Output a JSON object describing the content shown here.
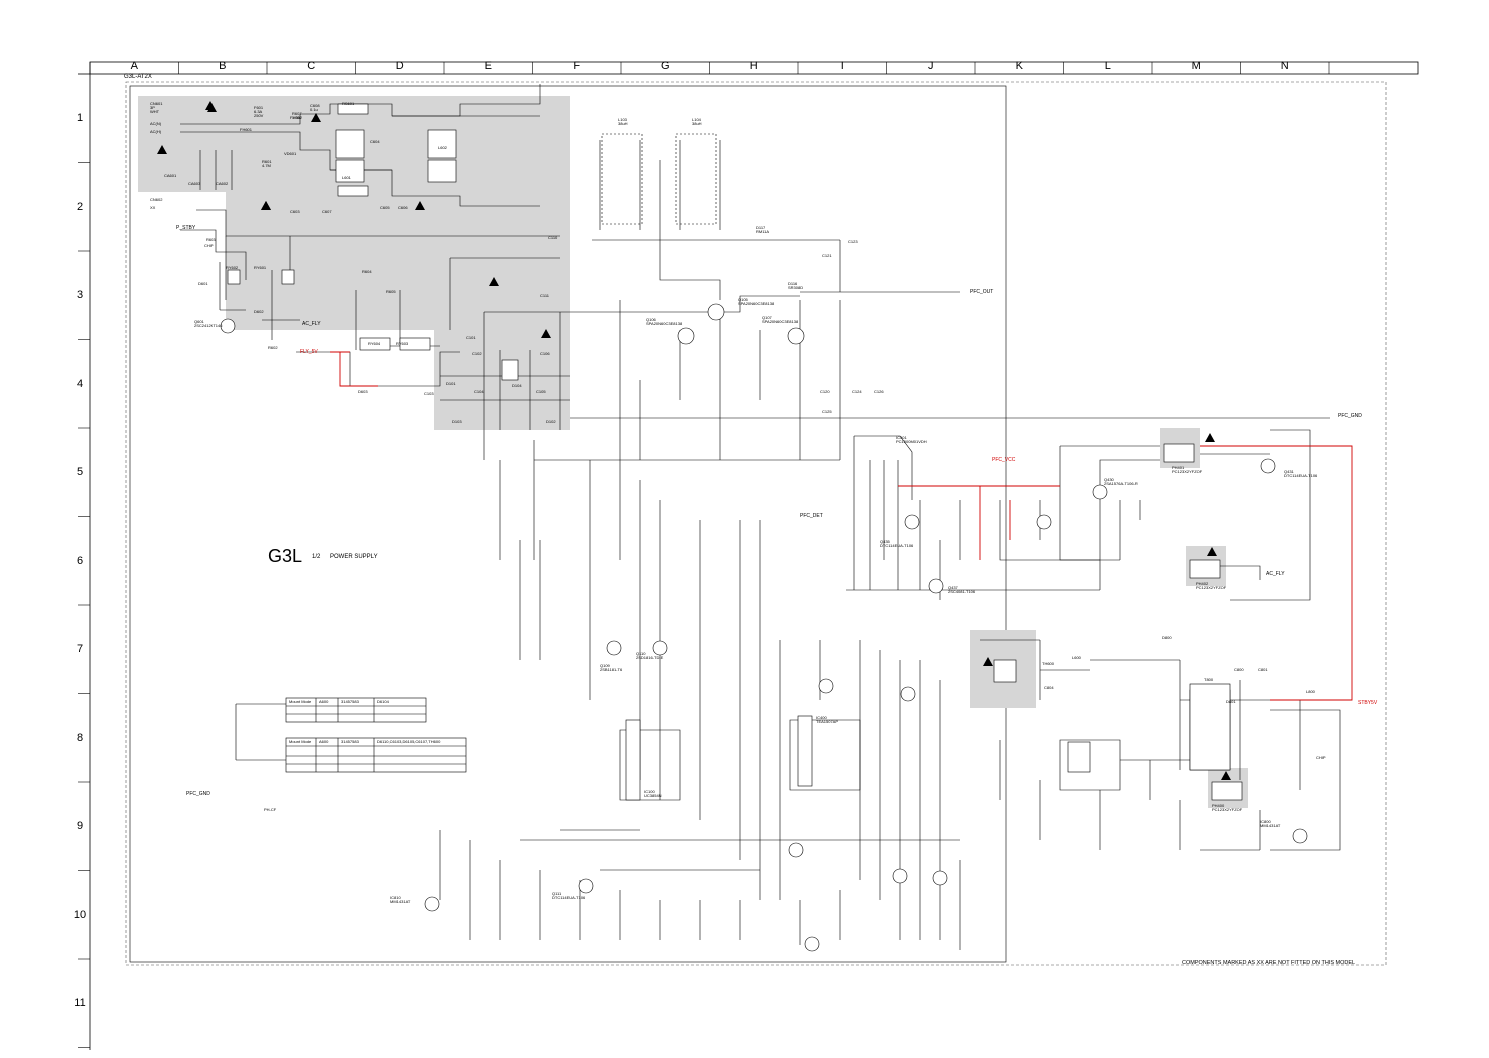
{
  "sheet": {
    "model_code": "G3L-AT2X",
    "board_title": "G3L",
    "page_number": "1/2",
    "section_title": "POWER SUPPLY",
    "footer_note": "COMPONENTS MARKED AS XX ARE NOT FITTED ON THIS MODEL",
    "columns": [
      "A",
      "B",
      "C",
      "D",
      "E",
      "F",
      "G",
      "H",
      "I",
      "J",
      "K",
      "L",
      "M",
      "N"
    ],
    "rows": [
      "1",
      "2",
      "3",
      "4",
      "5",
      "6",
      "7",
      "8",
      "9",
      "10",
      "11"
    ]
  },
  "nets": {
    "p_stby": "P_STBY",
    "pfc_out": "PFC_OUT",
    "pfc_gnd": "PFC_GND",
    "pfc_vcc": "PFC_VCC",
    "pfc_det": "PFC_DET",
    "ac_fly": "AC_FLY",
    "fly_5v": "FLY_5V",
    "stby": "STBY5V",
    "pfc_gnd_left": "PFC_GND"
  },
  "components": {
    "cn601": {
      "ref": "CN601",
      "value": "3P",
      "note": "WHT"
    },
    "ac_n": "AC(N)",
    "ac_h": "AC(H)",
    "cn602": "CN602",
    "f601": {
      "ref": "F601",
      "value": "6.3A",
      "rating": "250V"
    },
    "fh601": "FH601",
    "fh602": "FH602",
    "r607": {
      "ref": "R607",
      "value": "1.5M"
    },
    "c608": {
      "ref": "C608",
      "value": "0.1u"
    },
    "rs601": "RS601",
    "r601": {
      "ref": "R601",
      "value": "4.7M"
    },
    "vd601": "VD601",
    "l601": "L601",
    "l602": "L602",
    "c603": "C603",
    "c604": "C604",
    "c605": "C605",
    "c606": "C606",
    "c607": "C607",
    "ca601": "CA601",
    "ca602": "CA602",
    "ca603": "CA603",
    "ry601": "RY601",
    "ry602": "RY602",
    "ry603": "RY603",
    "ry604": "RY604",
    "d601": "D601",
    "d602": "D602",
    "d603": "D603",
    "q601": {
      "ref": "Q601",
      "part": "2SC2412KT146"
    },
    "r602": "R602",
    "r603": "R603",
    "r604": "R604",
    "r605": "R605",
    "d101": "D101",
    "d102": "D102",
    "d103": "D103",
    "d104": "D104",
    "c101": "C101",
    "c102": "C102",
    "c103": "C103",
    "c104": "C104",
    "c105": "C105",
    "c106": "C106",
    "c110": "C110",
    "c111": "C111",
    "l103": {
      "ref": "L103",
      "value": "38uH"
    },
    "l104": {
      "ref": "L104",
      "value": "38uH"
    },
    "q105": {
      "ref": "Q105",
      "part": "SPA20N60C3E8138"
    },
    "q106": {
      "ref": "Q106",
      "part": "SPA20N60C3E8138"
    },
    "q107": {
      "ref": "Q107",
      "part": "SPA20N60C3E8138"
    },
    "d117": {
      "ref": "D117",
      "part": "RM11A"
    },
    "d116": {
      "ref": "D116",
      "part": "SR308D"
    },
    "c120": "C120",
    "c121": "C121",
    "c123": "C123",
    "c124": "C124",
    "c125": "C125",
    "c126": "C126",
    "ic501": {
      "ref": "IC501",
      "part": "PC1500M01VDH"
    },
    "ic100": {
      "ref": "IC100",
      "part": "UC3854N"
    },
    "ic400": {
      "ref": "IC400",
      "part": "TEA1507AP"
    },
    "ph401": {
      "ref": "PH401",
      "part": "PC123X2YFZOF"
    },
    "ph402": {
      "ref": "PH402",
      "part": "PC123X2YFZOF"
    },
    "ph400": {
      "ref": "PH400",
      "part": "PC123X2YFZOF"
    },
    "q431": {
      "ref": "Q431",
      "part": "DTC114EUA-T106"
    },
    "q430": {
      "ref": "Q430",
      "part": "2SA1576A-T106-R"
    },
    "q435": {
      "ref": "Q435",
      "part": "DTC114EUA-T106"
    },
    "q437": {
      "ref": "Q437",
      "part": "2SC4081-T106"
    },
    "q109": {
      "ref": "Q109",
      "part": "2SB1181-T6"
    },
    "q110": {
      "ref": "Q110",
      "part": "2SD1816-TD-E"
    },
    "q111": {
      "ref": "Q111",
      "part": "DTC114EUA-T106"
    },
    "t800": "T800",
    "l800": "L800",
    "ic800": {
      "ref": "IC800",
      "part": "MM1431AT"
    },
    "ic810": {
      "ref": "IC810",
      "part": "MM1431AT"
    },
    "d800": "D800",
    "d801": "D801",
    "c800": "C800",
    "c801": "C801",
    "c804": "C804",
    "th600": "TH600",
    "l600": "L600"
  },
  "misc": {
    "xx": "XX",
    "chip": "CHIP",
    "p_cf": "PH-CF"
  },
  "variant_table_1": {
    "headers": [
      "Mount Mode",
      "A600",
      "31457583",
      "D6104"
    ],
    "rows": [
      [
        "",
        "",
        "",
        ""
      ],
      [
        "",
        "",
        "",
        ""
      ]
    ]
  },
  "variant_table_2": {
    "headers": [
      "Mount Mode",
      "A600",
      "31457583",
      "D6110,C6103,D6105,C6107,TH600"
    ],
    "rows": [
      [
        "",
        "",
        "",
        ""
      ],
      [
        "",
        "",
        "",
        ""
      ]
    ]
  }
}
